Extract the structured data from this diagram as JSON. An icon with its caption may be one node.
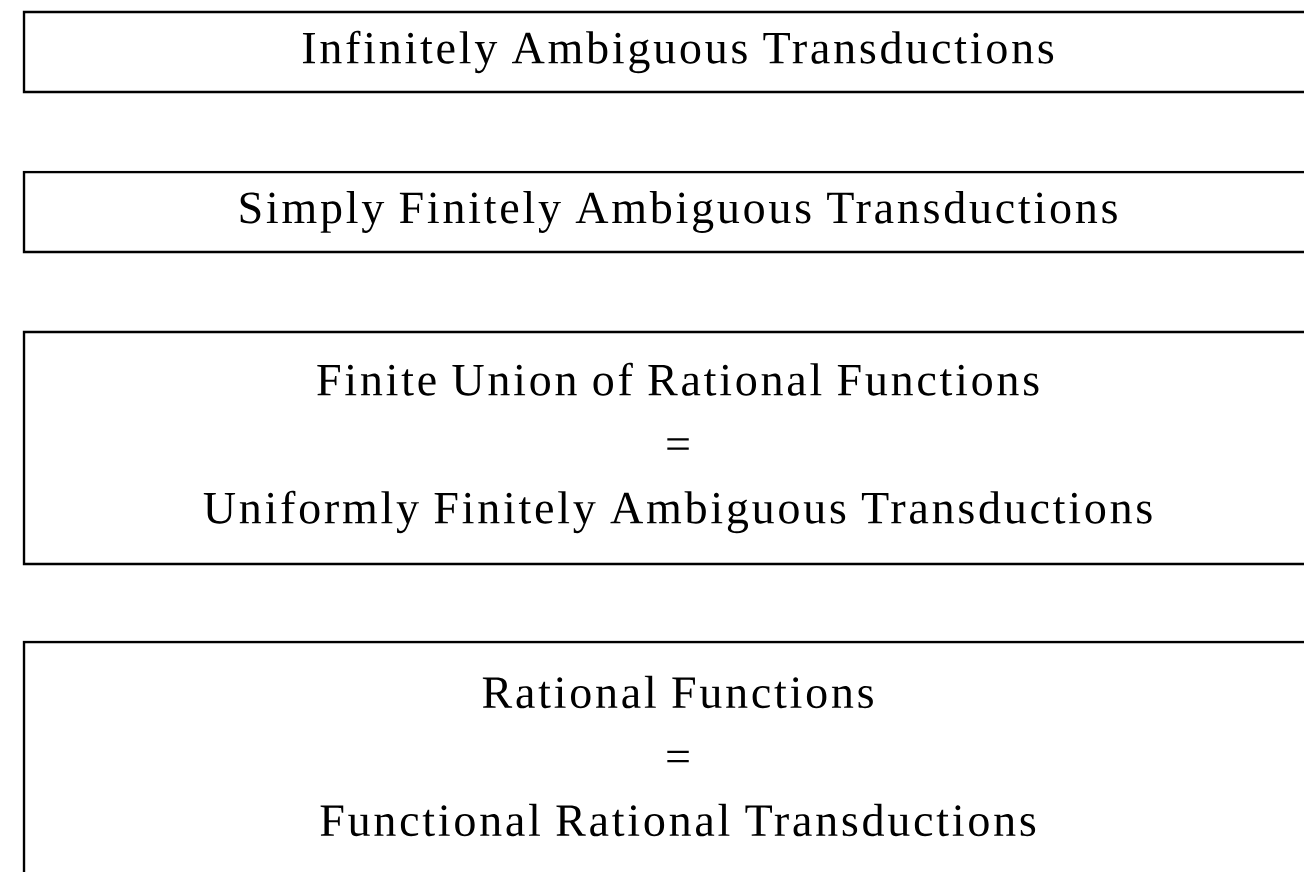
{
  "diagram": {
    "nodes": [
      {
        "text": [
          "Infinitely Ambiguous Transductions"
        ]
      },
      {
        "text": [
          "Simply Finitely Ambiguous Transductions"
        ]
      },
      {
        "text": [
          "Finite Union of Rational Functions",
          "=",
          "Uniformly Finitely Ambiguous Transductions"
        ]
      },
      {
        "text": [
          "Rational Functions",
          "=",
          "Functional Rational Transductions"
        ]
      }
    ]
  }
}
